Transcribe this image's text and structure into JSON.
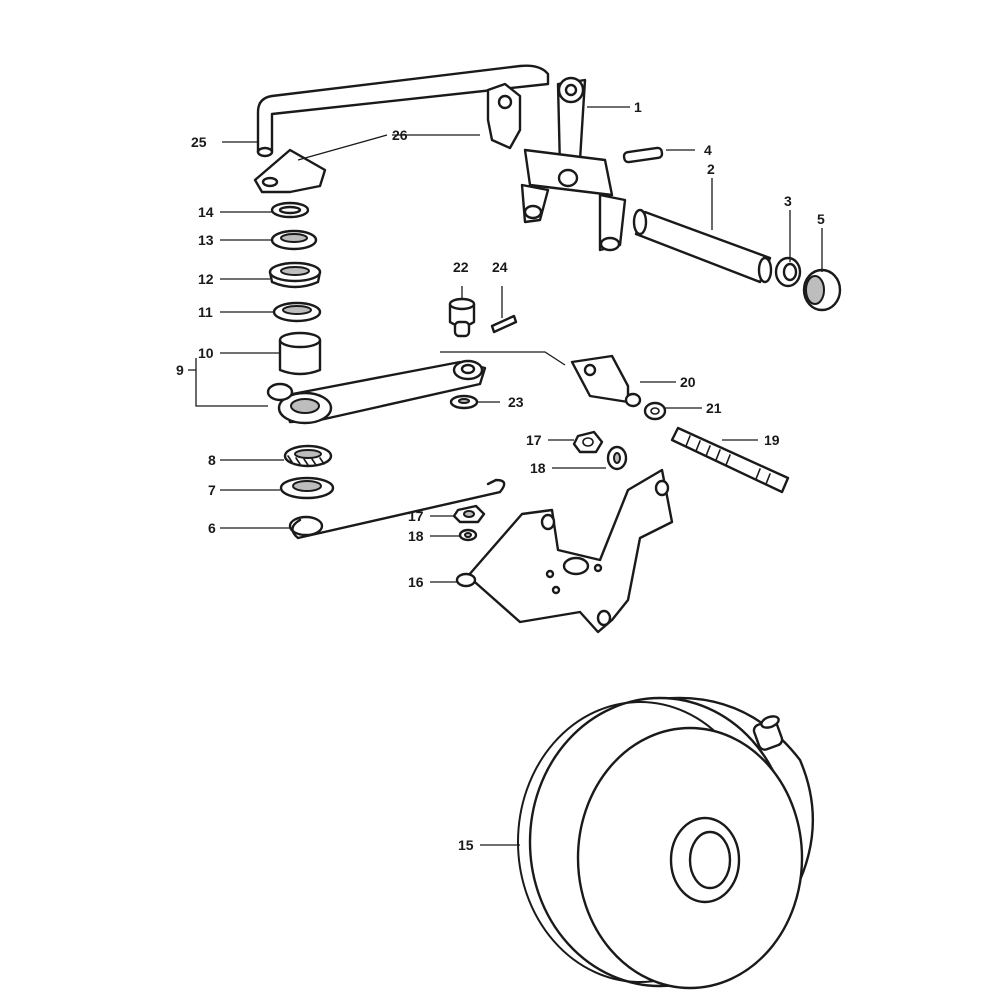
{
  "callouts": {
    "c1": "1",
    "c2": "2",
    "c3": "3",
    "c4": "4",
    "c5": "5",
    "c6": "6",
    "c7": "7",
    "c8": "8",
    "c9": "9",
    "c10": "10",
    "c11": "11",
    "c12": "12",
    "c13": "13",
    "c14": "14",
    "c15": "15",
    "c16": "16",
    "c17a": "17",
    "c17b": "17",
    "c18a": "18",
    "c18b": "18",
    "c19": "19",
    "c20": "20",
    "c21": "21",
    "c22": "22",
    "c23": "23",
    "c24": "24",
    "c25": "25",
    "c26": "26"
  },
  "colors": {
    "ink": "#1a1a1a",
    "paper": "#ffffff",
    "shade": "#bdbdbd"
  }
}
